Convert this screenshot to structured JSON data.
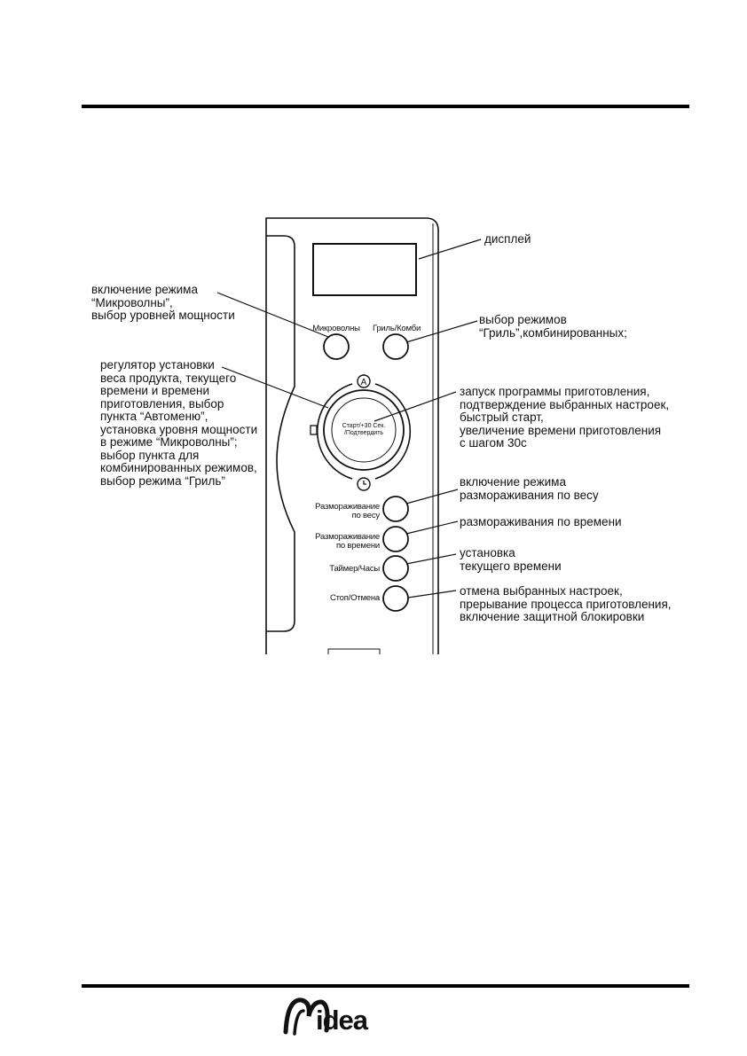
{
  "panel": {
    "button_microwave": "Микроволны",
    "button_grill": "Гриль/Комби",
    "center_button": "Старт/+30 Сек.\n/Подтвердить",
    "button_defrost_weight": "Размораживание\nпо весу",
    "button_defrost_time": "Размораживание\nпо времени",
    "button_timer": "Таймер/Часы",
    "button_stop": "Стоп/Отмена",
    "knob_top_symbol": "A"
  },
  "callouts": {
    "display": "дисплей",
    "microwave": "включение режима\n“Микроволны”,\nвыбор уровней мощности",
    "grill": "выбор режимов\n “Гриль”,комбинированных;",
    "knob": "регулятор установки\nвеса продукта, текущего\nвремени и времени\nприготовления, выбор\nпункта “Автоменю”,\nустановка уровня мощности\nв режиме “Микроволны”;\nвыбор пункта для\nкомбинированных режимов,\nвыбор режима “Гриль”",
    "start": "запуск программы приготовления,\nподтверждение выбранных настроек,\nбыстрый старт,\nувеличение времени приготовления\nс шагом 30с",
    "defrost_weight": "включение режима\nразмораживания по весу",
    "defrost_time": "размораживания по времени",
    "timer": "установка\nтекущего времени",
    "stop": "отмена выбранных настроек,\nпрерывание процесса приготовления,\nвключение защитной блокировки"
  },
  "footer": {
    "logo_text": "idea"
  }
}
